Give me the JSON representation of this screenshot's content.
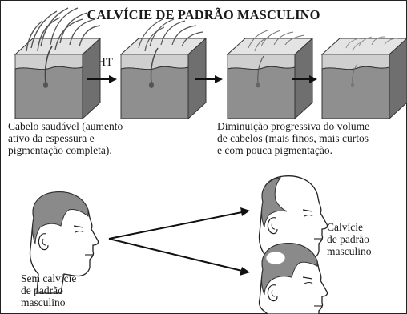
{
  "title": "CALVÍCIE DE PADRÃO MASCULINO",
  "arrow_label": "DHT",
  "captions": {
    "healthy": [
      "Cabelo saudável (aumento",
      "ativo da espessura e",
      "pigmentação completa)."
    ],
    "thinning": [
      "Diminuição progressiva do volume",
      "de cabelos (mais finos, mais curtos",
      "e com pouca pigmentação."
    ],
    "no_baldness": [
      "Sem calvície",
      "de padrão",
      "masculino"
    ],
    "baldness": [
      "Calvície",
      "de padrão",
      "masculino"
    ]
  },
  "colors": {
    "skin_top": "#dcdcdc",
    "skin_side": "#8e8e8e",
    "hair": "#555555",
    "head_hair": "#8a8a8a"
  }
}
